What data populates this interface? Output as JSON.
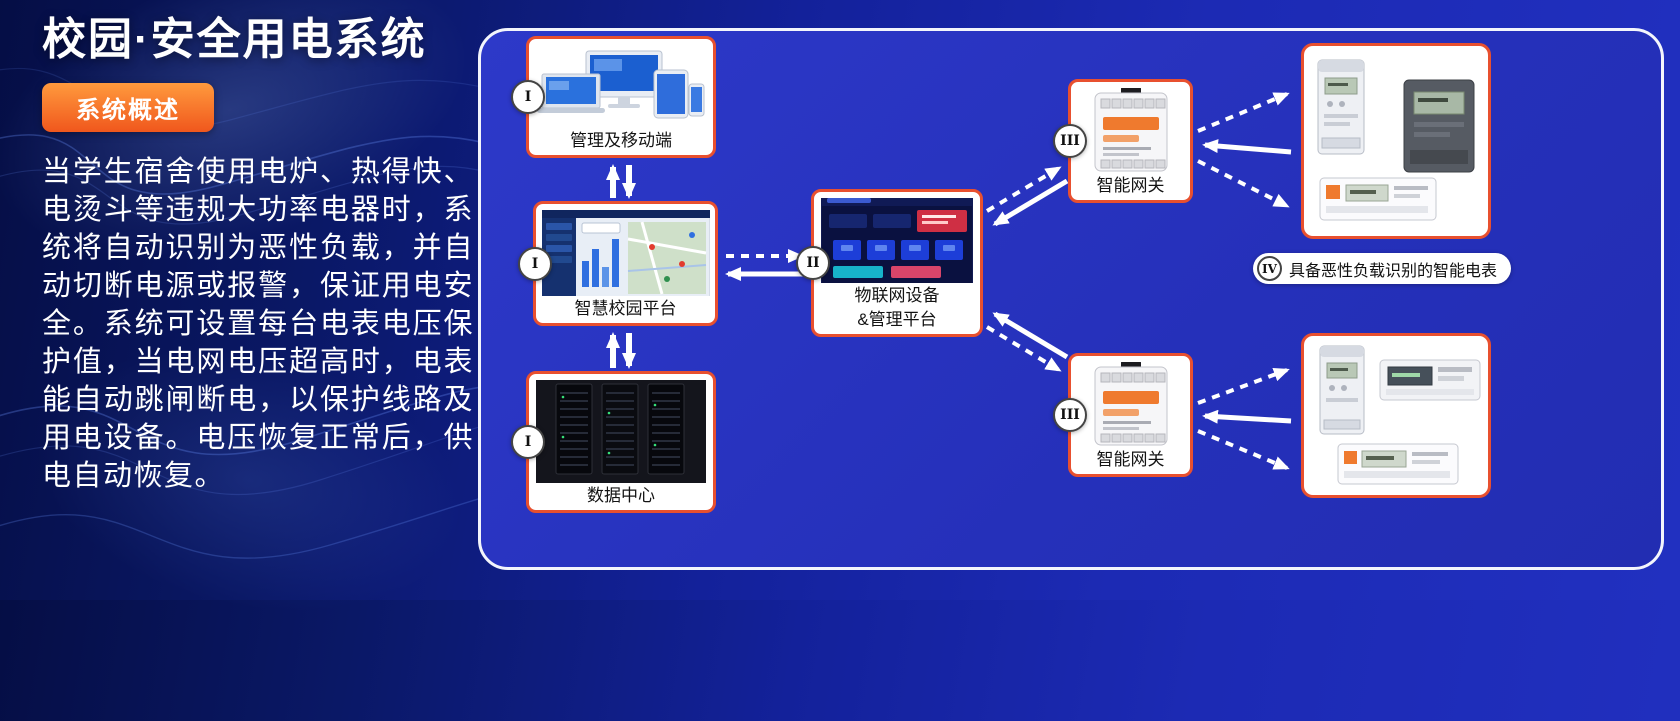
{
  "header": {
    "title": "校园·安全用电系统",
    "badge": "系统概述"
  },
  "overview": {
    "text": "当学生宿舍使用电炉、热得快、电烫斗等违规大功率电器时，系统将自动识别为恶性负载，并自动切断电源或报警，保证用电安全。系统可设置每台电表电压保护值，当电网电压超高时，电表能自动跳闸断电，以保护线路及用电设备。电压恢复正常后，供电自动恢复。"
  },
  "diagram": {
    "nodes": {
      "management": {
        "numeral": "I",
        "label": "管理及移动端"
      },
      "campus": {
        "numeral": "I",
        "label": "智慧校园平台"
      },
      "datacenter": {
        "numeral": "I",
        "label": "数据中心"
      },
      "iot": {
        "numeral": "II",
        "label_line1": "物联网设备",
        "label_line2": "&管理平台"
      },
      "gateway_top": {
        "numeral": "III",
        "label": "智能网关"
      },
      "gateway_bottom": {
        "numeral": "III",
        "label": "智能网关"
      },
      "meters": {
        "numeral": "IV",
        "label": "具备恶性负载识别的智能电表"
      }
    }
  },
  "colors": {
    "accent_orange": "#e8502f",
    "badge_top": "#ff9a3d",
    "badge_bottom": "#f0571d",
    "panel_bg": "#2b36c2",
    "arrow_white": "#ffffff"
  }
}
